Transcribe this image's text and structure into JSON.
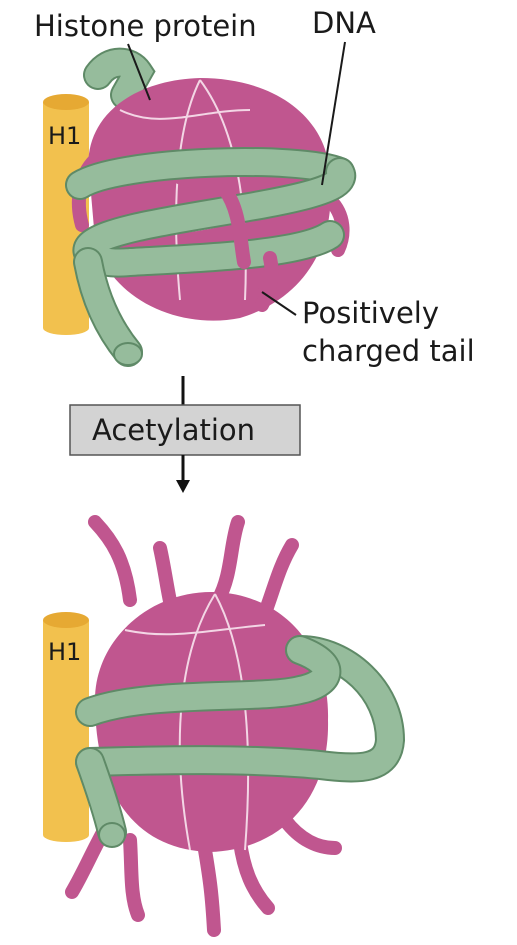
{
  "labels": {
    "histone_protein": "Histone protein",
    "dna": "DNA",
    "h1_top": "H1",
    "h1_bottom": "H1",
    "tail_line1": "Positively",
    "tail_line2": "charged tail",
    "process": "Acetylation"
  },
  "colors": {
    "histone": "#c0568f",
    "histone_line": "#f3d6e5",
    "dna": "#96bc9c",
    "dna_edge": "#5f8a67",
    "h1": "#f2c14e",
    "h1_top": "#e6a933",
    "box_fill": "#d3d3d3",
    "box_stroke": "#555555",
    "arrow": "#111111"
  },
  "icons": {
    "arrow": "down-arrow-icon"
  }
}
